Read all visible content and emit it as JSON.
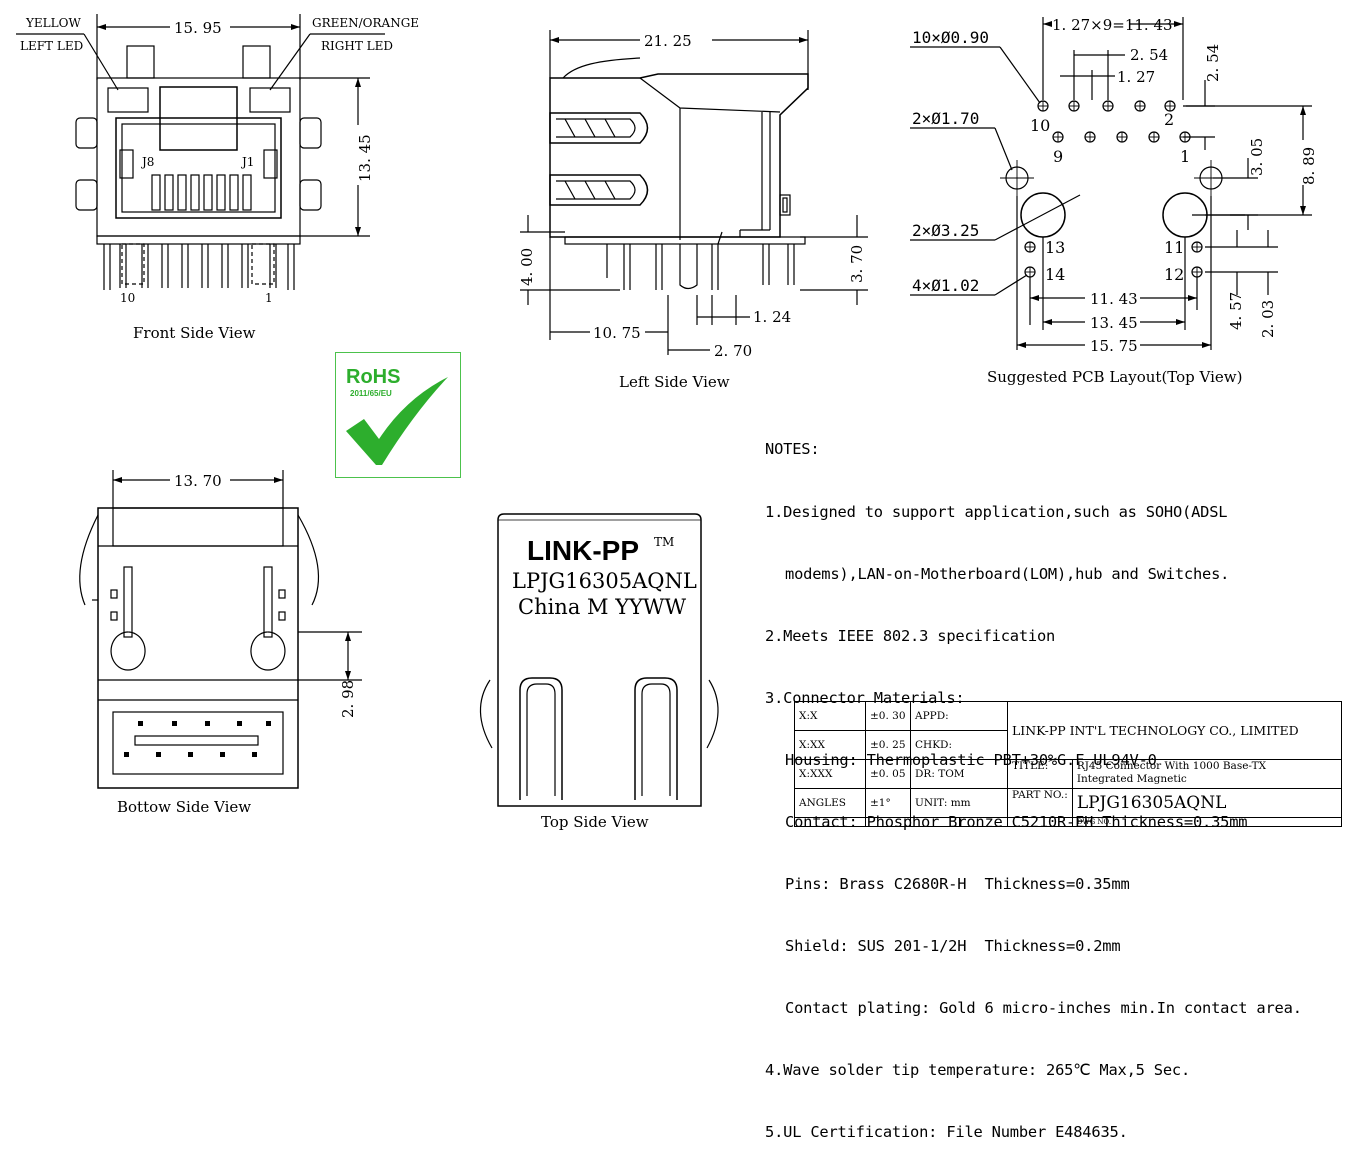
{
  "front": {
    "yellow": "YELLOW",
    "left_led": "LEFT LED",
    "green_orange": "GREEN/ORANGE",
    "right_led": "RIGHT LED",
    "w": "15. 95",
    "h": "13. 45",
    "j8": "J8",
    "j1": "J1",
    "p10": "10",
    "p1": "1",
    "caption": "Front Side View"
  },
  "left": {
    "w": "21. 25",
    "d400": "4. 00",
    "d370": "3. 70",
    "d1075": "10. 75",
    "d124": "1. 24",
    "d270": "2. 70",
    "caption": "Left Side View"
  },
  "pcb": {
    "h10": "10×Ø0.90",
    "h2a": "2×Ø1.70",
    "h2b": "2×Ø3.25",
    "h4": "4×Ø1.02",
    "pitch": "1. 27×9=11. 43",
    "d254": "2. 54",
    "d127": "1. 27",
    "d254v": "2. 54",
    "d305": "3. 05",
    "d889": "8. 89",
    "p10": "10",
    "p2": "2",
    "p9": "9",
    "p1": "1",
    "p13": "13",
    "p14": "14",
    "p11": "11",
    "p12": "12",
    "d1143": "11. 43",
    "d1345": "13. 45",
    "d1575": "15. 75",
    "d457": "4. 57",
    "d203": "2. 03",
    "caption": "Suggested PCB Layout(Top View)"
  },
  "rohs": {
    "title": "RoHS",
    "sub": "2011/65/EU",
    "color": "#2dae2d"
  },
  "bottom": {
    "w": "13. 70",
    "d298": "2. 98",
    "caption": "Bottow Side View"
  },
  "top": {
    "brand": "LINK-PP",
    "tm": "TM",
    "part": "LPJG16305AQNL",
    "mark": "China M YYWW",
    "caption": "Top Side View"
  },
  "notes": {
    "heading": "NOTES:",
    "l1": "1.Designed to support application,such as SOHO(ADSL",
    "l1b": "modems),LAN-on-Motherboard(LOM),hub and Switches.",
    "l2": "2.Meets IEEE 802.3 specification",
    "l3": "3.Connector Materials:",
    "l3a": "Housing: Thermoplastic PBT+30%G.F UL94V-0",
    "l3b": "Contact: Phosphor Bronze C5210R-EH Thickness=0.35mm",
    "l3c": "Pins: Brass C2680R-H  Thickness=0.35mm",
    "l3d": "Shield: SUS 201-1/2H  Thickness=0.2mm",
    "l3e": "Contact plating: Gold 6 micro-inches min.In contact area.",
    "l4": "4.Wave solder tip temperature: 265℃ Max,5 Sec.",
    "l5": "5.UL Certification: File Number E484635."
  },
  "titleblock": {
    "r1a": "X:X",
    "r1b": "±0. 30",
    "r1c": "APPD:",
    "r2a": "X:XX",
    "r2b": "±0. 25",
    "r2c": "CHKD:",
    "r3a": "X:XXX",
    "r3b": "±0. 05",
    "r3c": "DR:    TOM",
    "r4a": "ANGLES",
    "r4b": "±1°",
    "r4c": "UNIT:    mm",
    "company": "LINK-PP INT'L TECHNOLOGY CO., LIMITED",
    "title_label": "TITLE:",
    "title1": "RJ45 Connector With 1000 Base-TX",
    "title2": "Integrated Magnetic",
    "part_label": "PART NO.:",
    "part": "LPJG16305AQNL",
    "dwg": "DWG NO."
  }
}
